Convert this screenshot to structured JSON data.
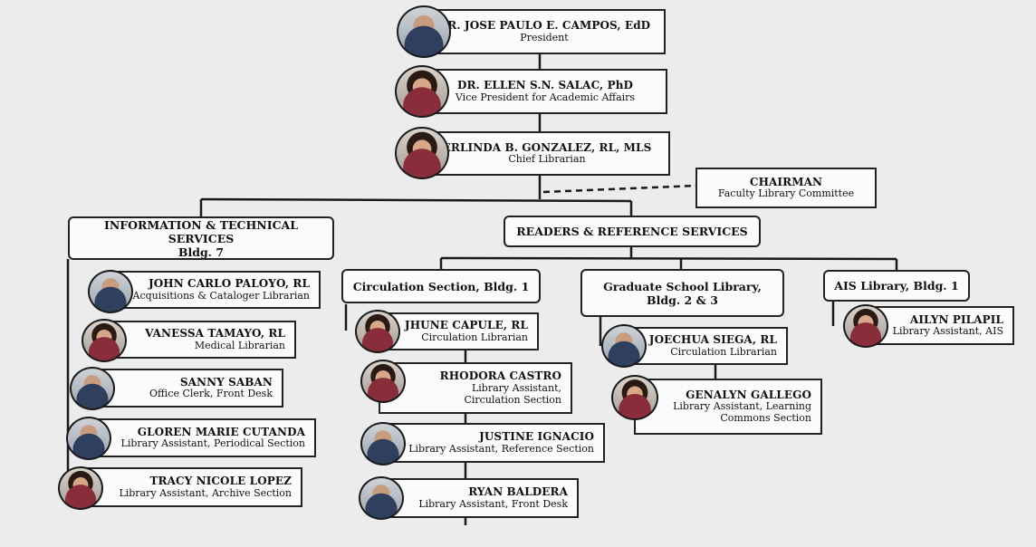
{
  "top": [
    {
      "name": "DR. JOSE PAULO E. CAMPOS, EdD",
      "role": "President"
    },
    {
      "name": "DR. ELLEN S.N. SALAC, PhD",
      "role": "Vice President for Academic Affairs"
    },
    {
      "name": "ERLINDA B. GONZALEZ, RL, MLS",
      "role": "Chief Librarian"
    }
  ],
  "committee": {
    "title": "CHAIRMAN",
    "subtitle": "Faculty Library Committee"
  },
  "its": {
    "title": "INFORMATION & TECHNICAL SERVICES",
    "subtitle": "Bldg. 7",
    "staff": [
      {
        "name": "JOHN CARLO PALOYO, RL",
        "role": "Acquisitions & Cataloger Librarian"
      },
      {
        "name": "VANESSA TAMAYO, RL",
        "role": "Medical Librarian"
      },
      {
        "name": "SANNY SABAN",
        "role": "Office Clerk, Front Desk"
      },
      {
        "name": "GLOREN MARIE CUTANDA",
        "role": "Library Assistant, Periodical Section"
      },
      {
        "name": "TRACY NICOLE LOPEZ",
        "role": "Library Assistant, Archive Section"
      }
    ]
  },
  "rrs": {
    "title": "READERS & REFERENCE SERVICES"
  },
  "circulation": {
    "title": "Circulation Section, Bldg. 1",
    "staff": [
      {
        "name": "JHUNE CAPULE, RL",
        "role": "Circulation Librarian"
      },
      {
        "name": "RHODORA CASTRO",
        "role": "Library Assistant, Circulation Section"
      },
      {
        "name": "JUSTINE IGNACIO",
        "role": "Library Assistant, Reference Section"
      },
      {
        "name": "RYAN BALDERA",
        "role": "Library Assistant, Front Desk"
      }
    ]
  },
  "graduate": {
    "title": "Graduate School Library,",
    "subtitle": "Bldg. 2 & 3",
    "staff": [
      {
        "name": "JOECHUA SIEGA, RL",
        "role": "Circulation Librarian"
      },
      {
        "name": "GENALYN GALLEGO",
        "role": "Library Assistant, Learning Commons Section"
      }
    ]
  },
  "ais": {
    "title": "AIS Library, Bldg. 1",
    "staff": [
      {
        "name": "AILYN PILAPIL",
        "role": "Library Assistant, AIS"
      }
    ]
  }
}
